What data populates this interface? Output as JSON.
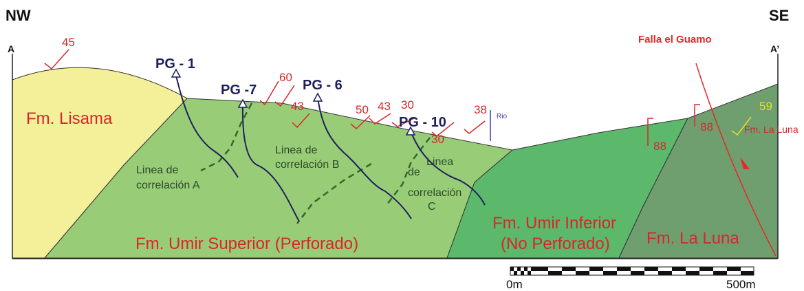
{
  "orientation": {
    "left": "NW",
    "right": "SE"
  },
  "section_ends": {
    "left": "A",
    "right": "A’"
  },
  "formations": {
    "lisama": "Fm. Lisama",
    "umir_superior": "Fm. Umir Superior (Perforado)",
    "umir_inferior_1": "Fm. Umir Inferior",
    "umir_inferior_2": "(No Perforado)",
    "la_luna": "Fm. La Luna",
    "la_luna_small": "Fm. La Luna"
  },
  "wells": {
    "pg1": "PG - 1",
    "pg7": "PG -7",
    "pg6": "PG - 6",
    "pg10": "PG - 10"
  },
  "correlation_lines": {
    "a_1": "Linea de",
    "a_2": "correlación A",
    "b_1": "Linea de",
    "b_2": "correlación B",
    "c_1": "Linea",
    "c_2": "de",
    "c_3": "correlación",
    "c_4": "C"
  },
  "fault": "Falla el Guamo",
  "river": "Rio",
  "dips": {
    "d45": "45",
    "d60": "60",
    "d43a": "43",
    "d50": "50",
    "d43b": "43",
    "d30a": "30",
    "d30b": "30",
    "d38": "38",
    "d88a": "88",
    "d88b": "88",
    "d59": "59"
  },
  "scale": {
    "start": "0m",
    "end": "500m"
  },
  "colors": {
    "lisama": "#f4ef99",
    "umir_superior": "#99cc77",
    "umir_superior_left": "#7fc05e",
    "umir_inferior": "#5cb86a",
    "la_luna": "#6f9f6f",
    "label_red": "#d8262b",
    "well_blue": "#1d1f5c",
    "correlation_green": "#2e6b2a",
    "fault_red": "#e8262b"
  }
}
